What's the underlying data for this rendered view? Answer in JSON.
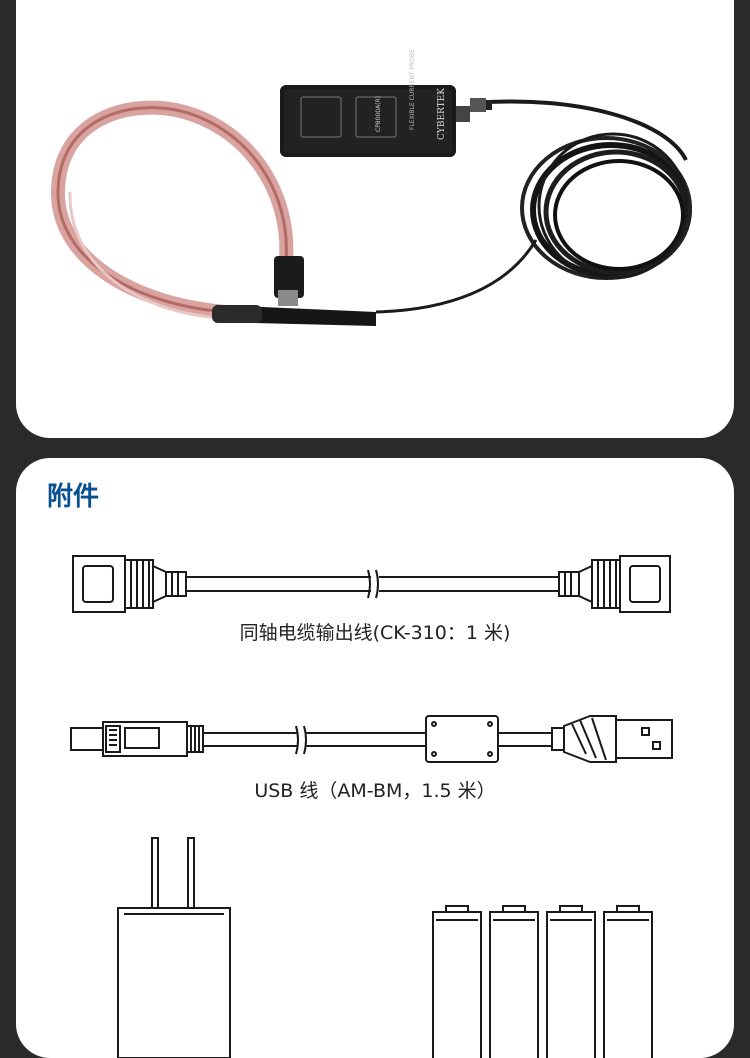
{
  "section": {
    "title": "附件"
  },
  "product_photo": {
    "box_brand": "CYBERTEK",
    "box_model": "CP8000A(R)",
    "box_label": "FLEXIBLE CURRENT PROBE"
  },
  "accessories": [
    {
      "caption": "同轴电缆输出线(CK-310：1 米)"
    },
    {
      "caption": "USB 线（AM-BM，1.5 米）"
    }
  ]
}
